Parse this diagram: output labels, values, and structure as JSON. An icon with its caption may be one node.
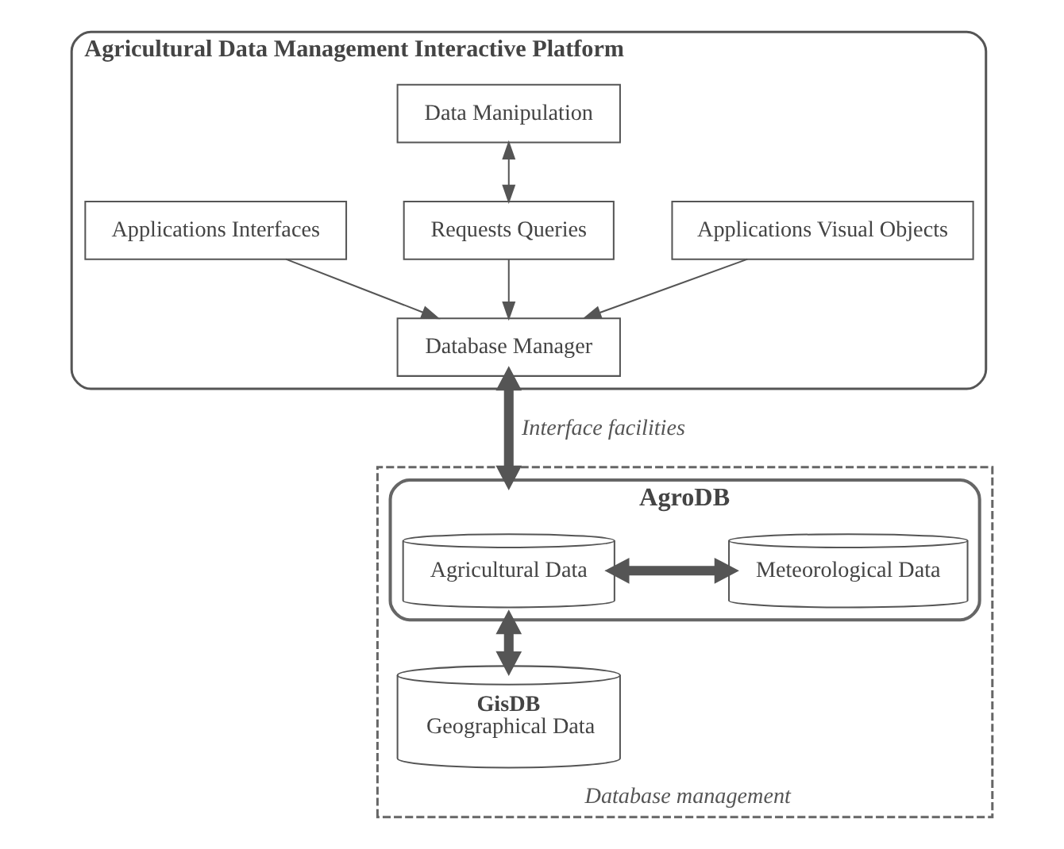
{
  "diagram": {
    "nodes": [
      {
        "text": [
          "Agricultural Data Management Interactive Platform"
        ]
      },
      {
        "text": [
          "Applications Visual Objects"
        ],
        "in": 0
      },
      {
        "text": [
          "Requests Queries"
        ],
        "in": 0
      },
      {
        "text": [
          "Data Manipulation"
        ],
        "in": 0
      },
      {
        "text": [
          "Applications Interfaces"
        ],
        "in": 0
      },
      {
        "text": [
          "Database Manager"
        ],
        "in": 0
      },
      {
        "text": [
          "Database management"
        ]
      },
      {
        "text": [
          "AgroDB"
        ],
        "in": 6
      },
      {
        "text": [
          "Agricultural Data"
        ],
        "in": 7
      },
      {
        "text": [
          "Meteorological Data"
        ],
        "in": 7
      },
      {
        "text": [
          "GisDB",
          "Geographical Data"
        ],
        "in": 6
      }
    ],
    "edges": [
      {
        "from": 1,
        "to": 5,
        "arrow": "to"
      },
      {
        "from": 2,
        "to": 5,
        "arrow": "to"
      },
      {
        "from": 4,
        "to": 5,
        "arrow": "to"
      },
      {
        "from": 3,
        "to": 2,
        "arrow": "both"
      },
      {
        "from": 5,
        "to": 7,
        "arrow": "both",
        "label": "Interface facilities",
        "style": "thick"
      },
      {
        "from": 8,
        "to": 9,
        "arrow": "both",
        "style": "thick"
      },
      {
        "from": 7,
        "to": 10,
        "arrow": "both",
        "style": "thick"
      }
    ]
  }
}
